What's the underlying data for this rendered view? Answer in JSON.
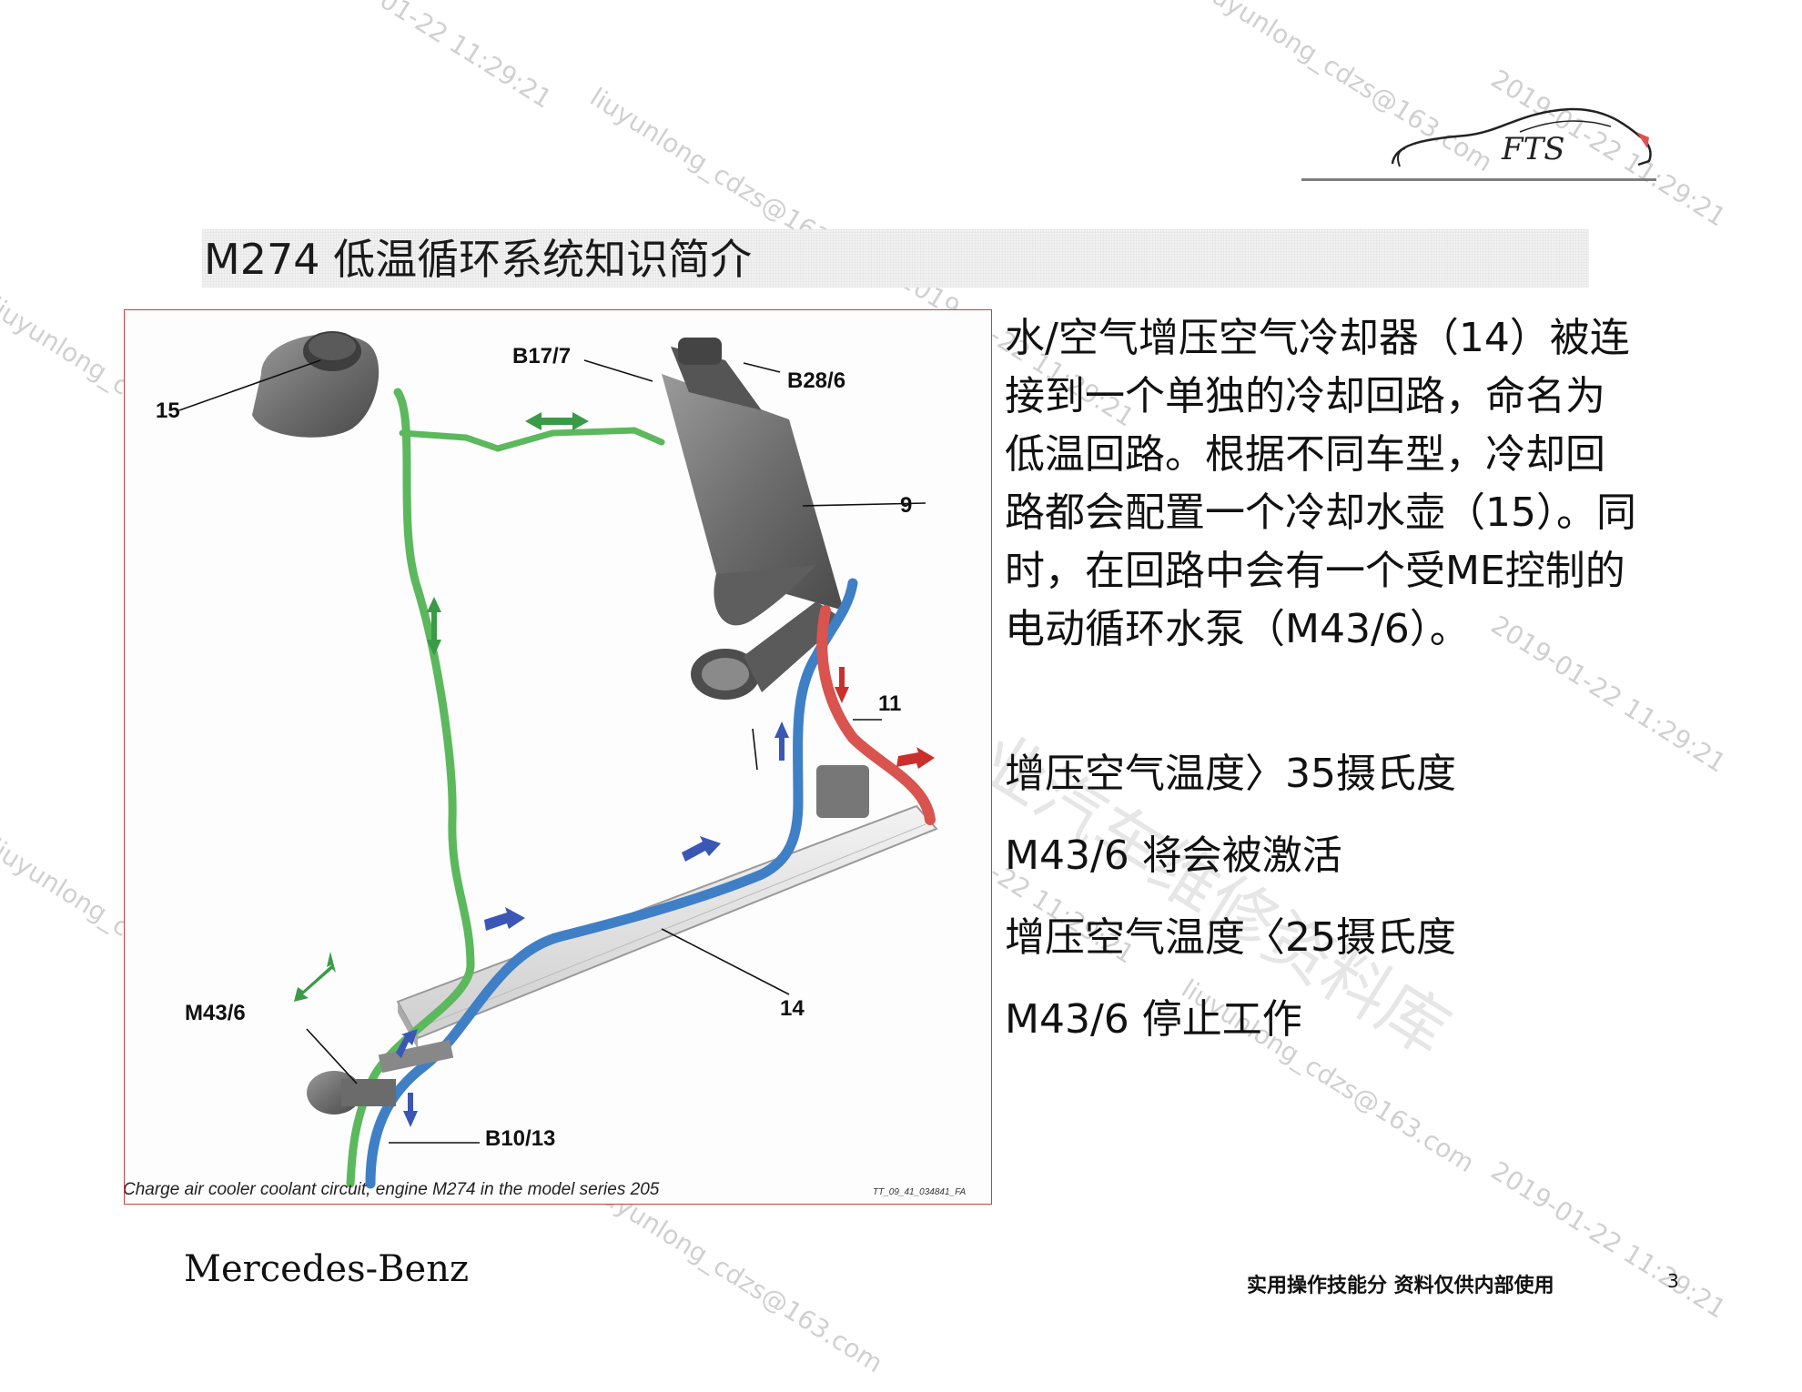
{
  "header": {
    "logo_text": "FTS",
    "title": "M274 低温循环系统知识简介"
  },
  "figure": {
    "labels": {
      "l15": "15",
      "l_b17": "B17/7",
      "l_b28": "B28/6",
      "l9": "9",
      "l11": "11",
      "l14": "14",
      "l_m43": "M43/6",
      "l_b10": "B10/13"
    },
    "caption": "Charge air cooler coolant circuit, engine M274 in the model series 205",
    "code": "TT_09_41_034841_FA",
    "colors": {
      "low_temp_line": "#5cb85c",
      "cold": "#3f7fc6",
      "hot": "#d9534f",
      "frame": "#c94040"
    }
  },
  "description": "水/空气增压空气冷却器（14）被连接到一个单独的冷却回路，命名为低温回路。根据不同车型，冷却回路都会配置一个冷却水壶（15）。同时，在回路中会有一个受ME控制的电动循环水泵（M43/6）。",
  "points": [
    "增压空气温度〉35摄氏度",
    "M43/6 将会被激活",
    "增压空气温度〈25摄氏度",
    "M43/6 停止工作"
  ],
  "footer": {
    "brand": "Mercedes-Benz",
    "note": "实用操作技能分 资料仅供内部使用",
    "page": "3"
  },
  "watermarks": {
    "email": "liuyunlong_cdzs@163.com",
    "time": "2019-01-22 11:29:21",
    "big": "乐山汽车专业汽车维修资料库"
  }
}
